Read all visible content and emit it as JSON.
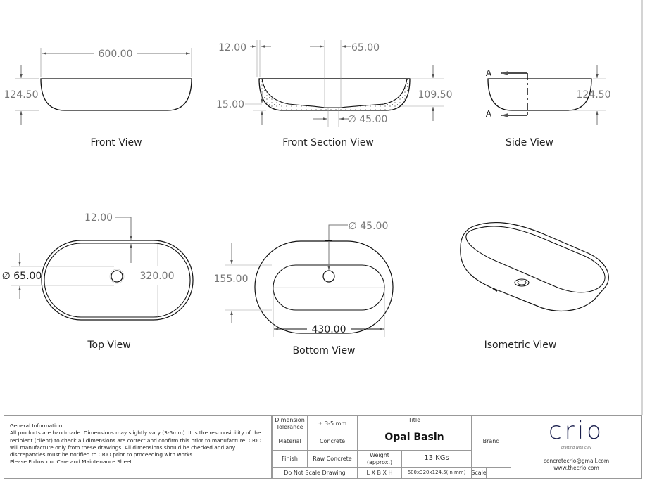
{
  "views": {
    "front": {
      "label": "Front  View",
      "width_dim": "600.00",
      "height_dim": "124.50"
    },
    "front_section": {
      "label": "Front Section View",
      "wall_dim": "12.00",
      "offset_dim": "65.00",
      "inner_height_dim": "109.50",
      "base_dim": "15.00",
      "drain_dim": "∅ 45.00"
    },
    "side": {
      "label": "Side View",
      "section_mark_top": "A",
      "section_mark_bottom": "A",
      "height_dim": "124.50"
    },
    "top": {
      "label": "Top View",
      "rim_dim": "12.00",
      "width_dim": "320.00",
      "drain_dim": "∅ 65.00"
    },
    "bottom": {
      "label": "Bottom View",
      "drain_dim": "∅ 45.00",
      "base_width_dim": "155.00",
      "base_length_dim": "430.00"
    },
    "isometric": {
      "label": "Isometric View"
    }
  },
  "general_info": {
    "heading": "General Information:",
    "body": "All products are handmade. Dimensions may slightly vary (3-5mm). It is the responsibility of the recipient (client) to check all dimensions are correct and confirm this prior to manufacture. CRIO will manufacture only from these drawings. All dimensions should be checked and any discrepancies must be notified to CRIO prior to proceeding with works.",
    "footer": "Please Follow our Care and Maintenance Sheet."
  },
  "title_block": {
    "tolerance_label": "Dimension Tolerance",
    "tolerance_value": "± 3-5 mm",
    "material_label": "Material",
    "material_value": "Concrete",
    "finish_label": "Finish",
    "finish_value": "Raw Concrete",
    "no_scale": "Do Not Scale Drawing",
    "title_label": "Title",
    "title_value": "Opal Basin",
    "weight_label": "Weight (approx.)",
    "weight_value": "13 KGs",
    "dims_label": "L X B X H",
    "dims_value": "600x320x124.5(in mm)",
    "scale_label": "Scale",
    "brand_label": "Brand",
    "logo_text": "crio",
    "logo_tagline": "crafting with clay",
    "email": "concretecrio@gmail.com",
    "website": "www.thecrio.com"
  }
}
